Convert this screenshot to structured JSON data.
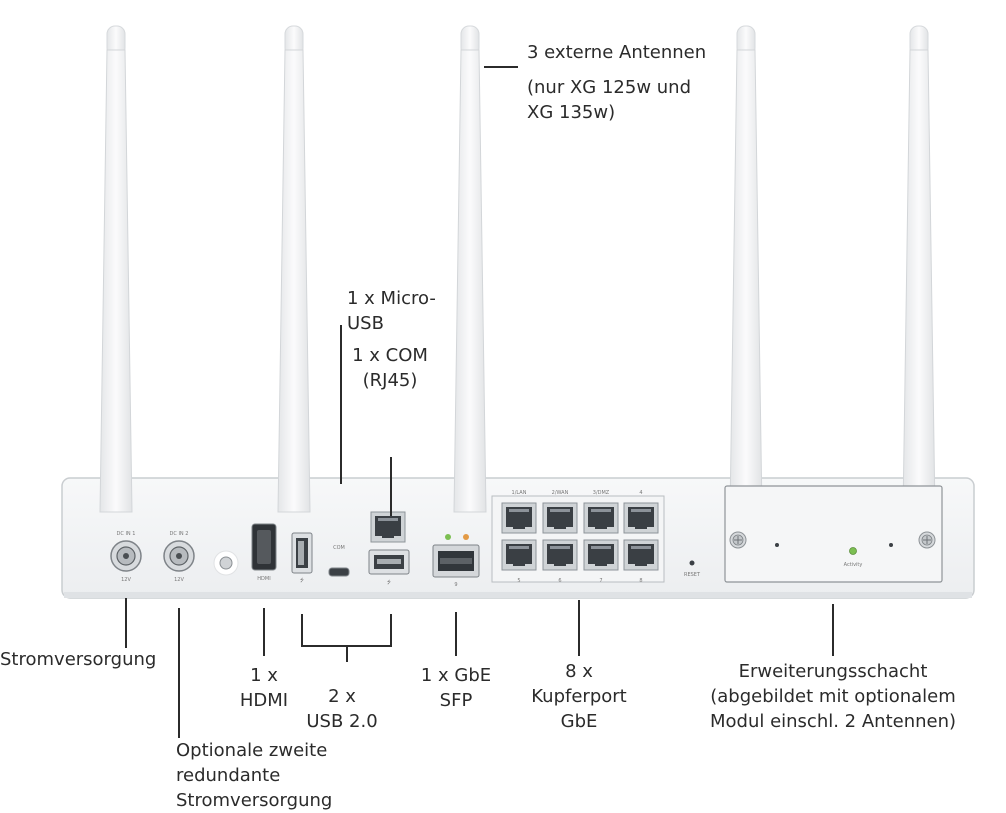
{
  "device": {
    "port_labels": {
      "dc_in_1": "DC IN 1",
      "dc_in_2": "DC IN 2",
      "voltage_1": "12V",
      "voltage_2": "12V",
      "hdmi": "HDMI",
      "com": "COM",
      "sfp_num": "9",
      "lan": "1/LAN",
      "wan": "2/WAN",
      "dmz": "3/DMZ",
      "p4": "4",
      "p5": "5",
      "p6": "6",
      "p7": "7",
      "p8": "8",
      "reset": "RESET",
      "activity": "Activity"
    }
  },
  "callouts": {
    "antennas": {
      "line1": "3 externe Antennen",
      "line2": "(nur XG 125w und",
      "line3": "XG 135w)"
    },
    "micro_usb": {
      "line1": "1 x Micro-",
      "line2": "USB"
    },
    "com": {
      "line1": "1 x COM",
      "line2": "(RJ45)"
    },
    "power": {
      "line1": "Stromversorgung"
    },
    "redundant_power": {
      "line1": "Optionale zweite",
      "line2": "redundante",
      "line3": "Stromversorgung"
    },
    "hdmi": {
      "line1": "1 x",
      "line2": "HDMI"
    },
    "usb": {
      "line1": "2 x",
      "line2": "USB 2.0"
    },
    "sfp": {
      "line1": "1 x GbE",
      "line2": "SFP"
    },
    "copper": {
      "line1": "8 x",
      "line2": "Kupferport",
      "line3": "GbE"
    },
    "expansion": {
      "line1": "Erweiterungsschacht",
      "line2": "(abgebildet mit optionalem",
      "line3": "Modul einschl. 2 Antennen)"
    }
  }
}
